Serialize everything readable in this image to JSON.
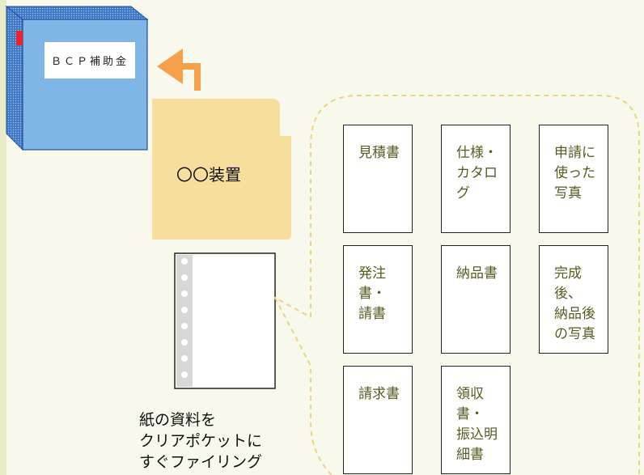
{
  "binder": {
    "label": "ＢＣＰ補助金"
  },
  "folder": {
    "label": "〇〇装置"
  },
  "documents": [
    {
      "lines": [
        "見積書"
      ]
    },
    {
      "lines": [
        "仕様・",
        "カタロ",
        "グ"
      ]
    },
    {
      "lines": [
        "申請に",
        "使った",
        "写真"
      ]
    },
    {
      "lines": [
        "発注",
        "書・",
        "請書"
      ]
    },
    {
      "lines": [
        "納品書"
      ]
    },
    {
      "lines": [
        "完成後、",
        "納品後",
        "の写真"
      ]
    },
    {
      "lines": [
        "請求書"
      ]
    },
    {
      "lines": [
        "領収",
        "書・",
        "振込明",
        "細書"
      ]
    }
  ],
  "caption": {
    "lines": [
      "紙の資料を",
      "クリアポケットに",
      "すぐファイリング"
    ]
  },
  "colors": {
    "binder": "#7fb6e6",
    "binder_spine": "#3f78c8",
    "folder": "#f6df9c",
    "arrow": "#f5a04a",
    "callout_border": "#ecd57a",
    "doc_text": "#5a5a22"
  }
}
